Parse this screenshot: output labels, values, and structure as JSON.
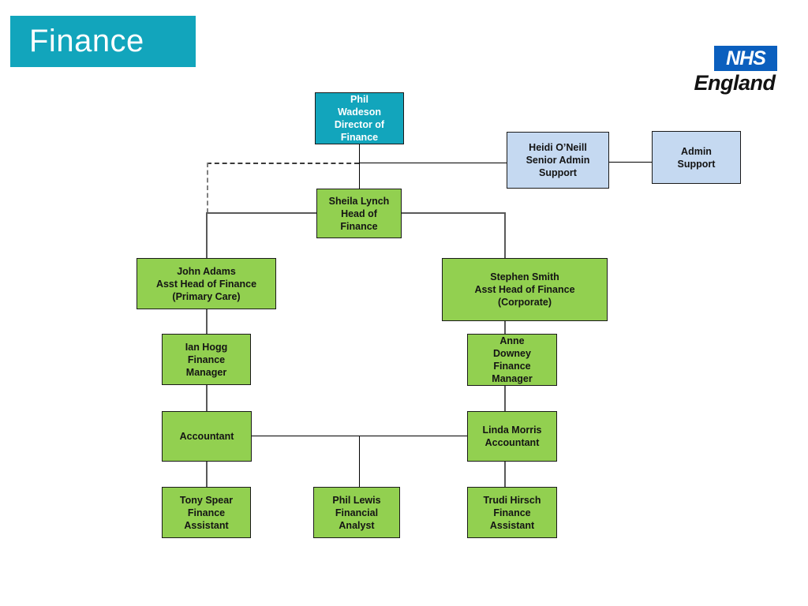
{
  "slide": {
    "title": "Finance"
  },
  "logo": {
    "nhs_text": "NHS",
    "england_text": "England"
  },
  "colors": {
    "teal": "#12a5bc",
    "green": "#92d050",
    "lightblue": "#c5d9f1",
    "nhsblue": "#0b5fbe",
    "border": "#1a1a1a",
    "line-black": "#000000",
    "line-gray": "#595959",
    "line-dash": "#3a3a3a",
    "line-dashgray": "#808080"
  },
  "org_chart": {
    "nodes": {
      "phil_wadeson": {
        "name": "Phil Wadeson",
        "role": "Director of Finance",
        "text": "Phil\nWadeson\nDirector of\nFinance"
      },
      "heidi_oneill": {
        "name": "Heidi O’Neill",
        "role": "Senior Admin Support",
        "text": "Heidi O’Neill\nSenior Admin\nSupport"
      },
      "admin_support": {
        "name": "",
        "role": "Admin Support",
        "text": "Admin\nSupport"
      },
      "sheila_lynch": {
        "name": "Sheila Lynch",
        "role": "Head of Finance",
        "text": "Sheila Lynch\nHead of\nFinance"
      },
      "john_adams": {
        "name": "John Adams",
        "role": "Asst Head of Finance (Primary Care)",
        "text": "John Adams\nAsst Head of Finance\n(Primary Care)"
      },
      "stephen_smith": {
        "name": "Stephen Smith",
        "role": "Asst Head of Finance (Corporate)",
        "text": "Stephen Smith\nAsst Head of Finance\n(Corporate)"
      },
      "ian_hogg": {
        "name": "Ian Hogg",
        "role": "Finance Manager",
        "text": "Ian Hogg\nFinance\nManager"
      },
      "anne_downey": {
        "name": "Anne Downey",
        "role": "Finance Manager",
        "text": "Anne\nDowney\nFinance\nManager"
      },
      "accountant": {
        "name": "",
        "role": "Accountant",
        "text": "Accountant"
      },
      "linda_morris": {
        "name": "Linda Morris",
        "role": "Accountant",
        "text": "Linda Morris\nAccountant"
      },
      "tony_spear": {
        "name": "Tony Spear",
        "role": "Finance Assistant",
        "text": "Tony Spear\nFinance\nAssistant"
      },
      "phil_lewis": {
        "name": "Phil Lewis",
        "role": "Financial Analyst",
        "text": "Phil Lewis\nFinancial\nAnalyst"
      },
      "trudi_hirsch": {
        "name": "Trudi Hirsch",
        "role": "Finance Assistant",
        "text": "Trudi Hirsch\nFinance\nAssistant"
      }
    }
  }
}
